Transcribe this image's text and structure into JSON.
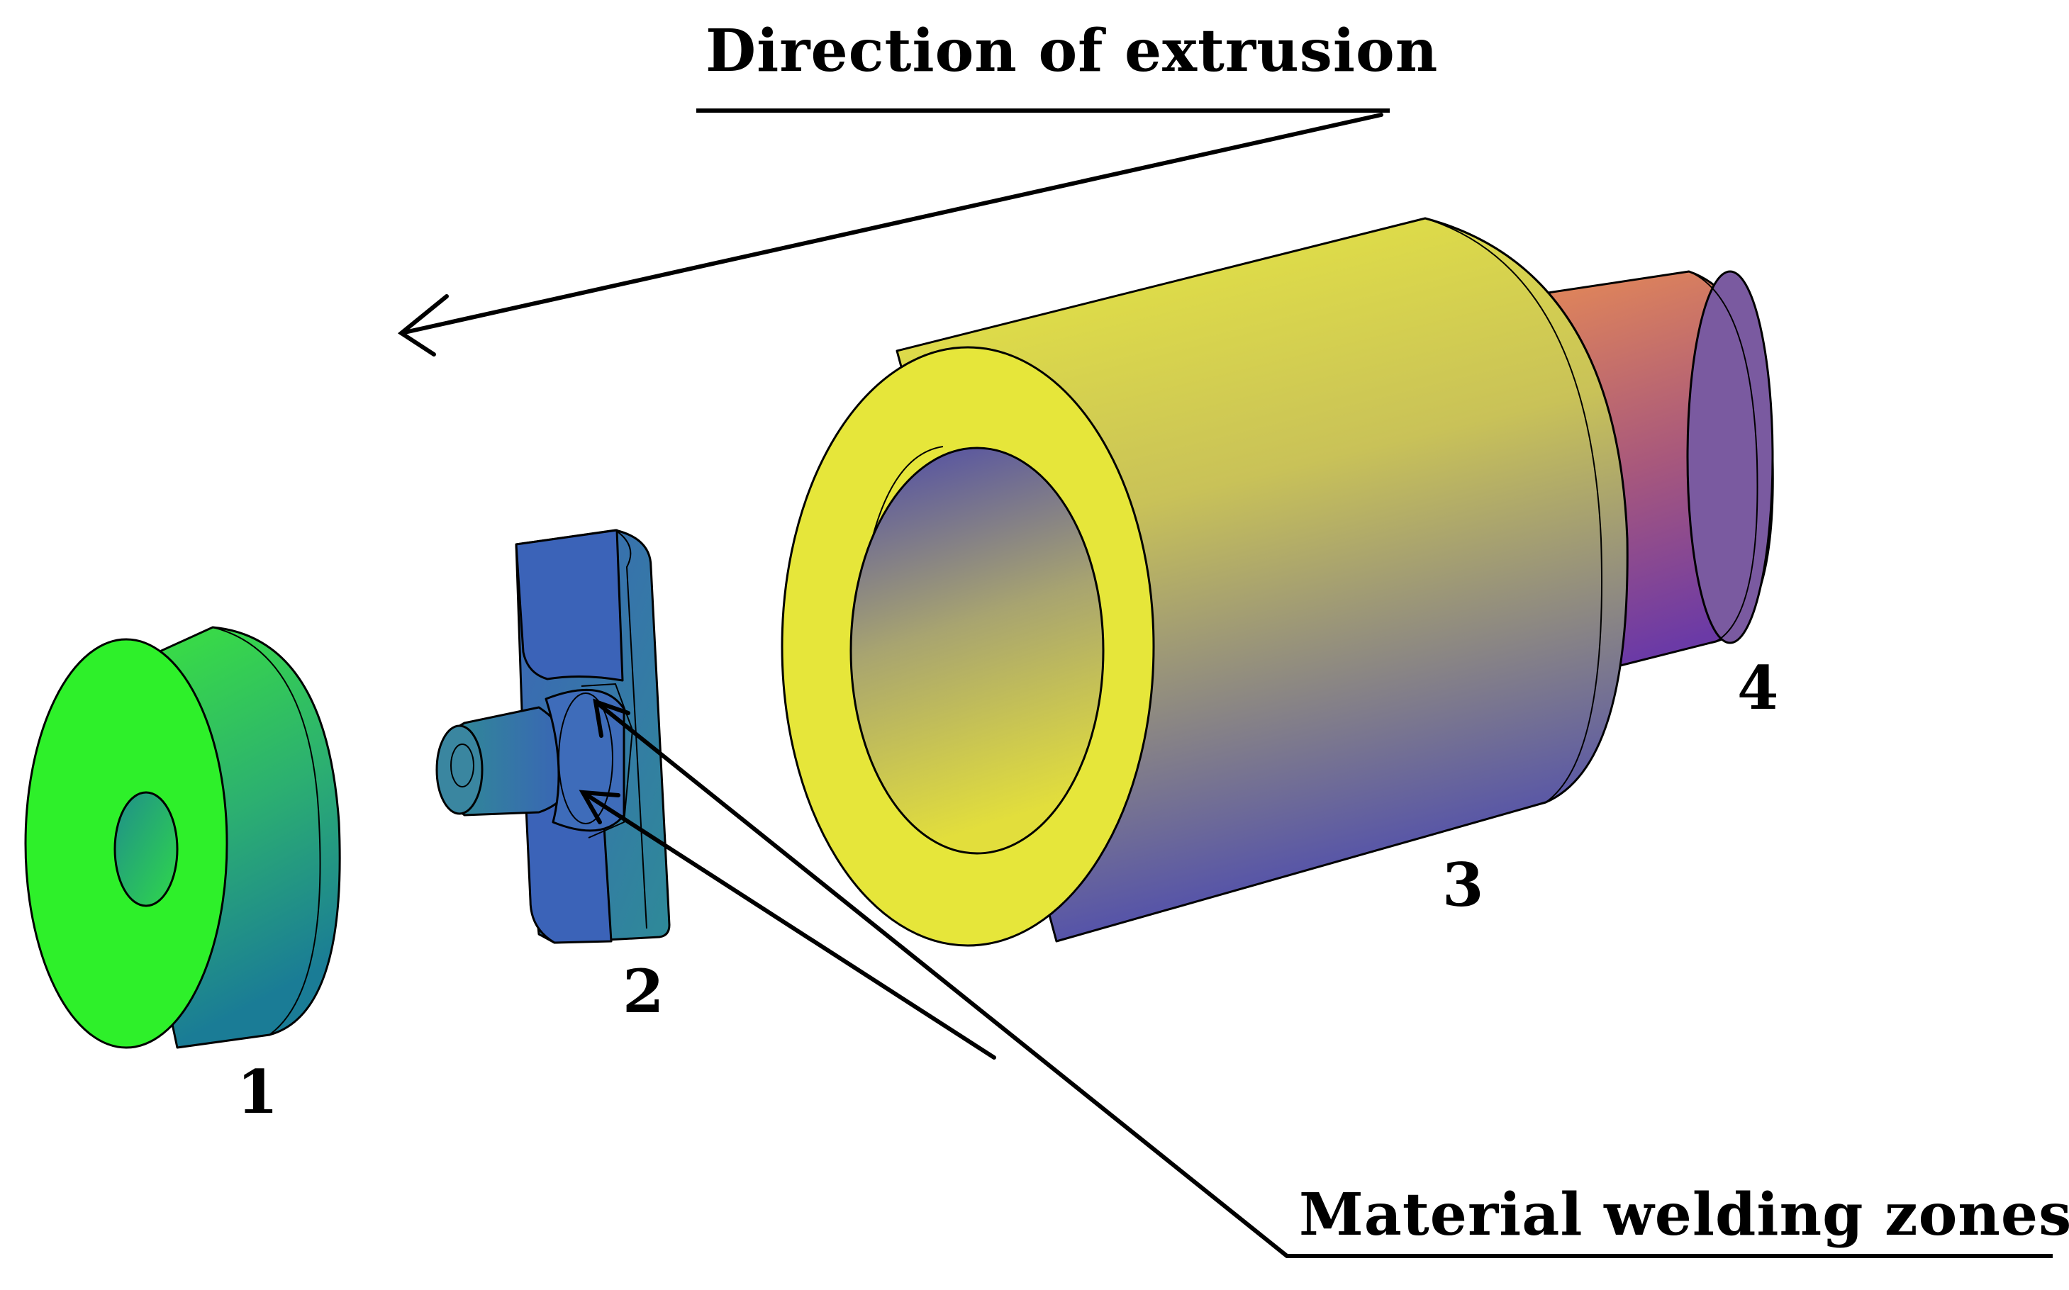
{
  "labels": {
    "direction": "Direction of extrusion",
    "welding": "Material welding zones"
  },
  "parts": {
    "part1": "1",
    "part2": "2",
    "part3": "3",
    "part4": "4"
  },
  "colors": {
    "part1_face": "#2ef02a",
    "part1_side_top": "#3fd65a",
    "part1_side_bottom": "#1a8a8a",
    "part2": "#3a6fb8",
    "part3_face": "#e6e63a",
    "part3_side_top": "#e8e845",
    "part3_side_bottom": "#5a55a8",
    "part4_top": "#e08a5a",
    "part4_bottom": "#6a3aa8"
  }
}
